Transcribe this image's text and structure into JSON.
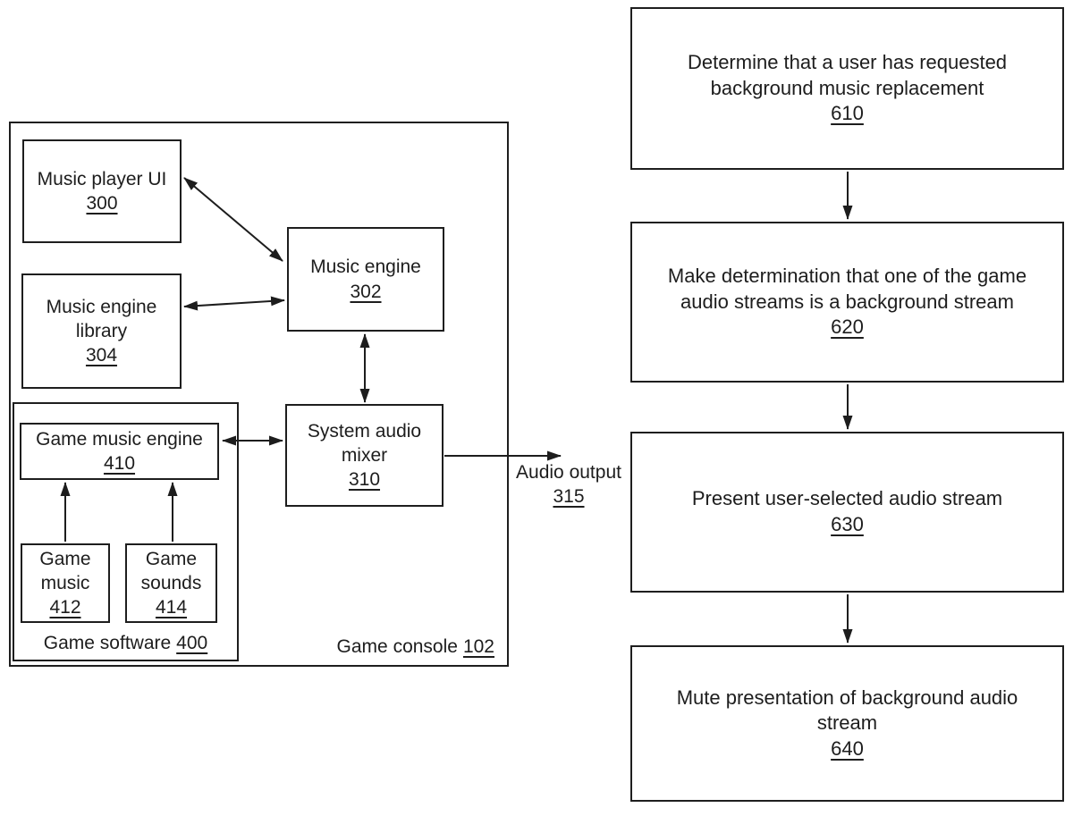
{
  "console": {
    "label": "Game console",
    "ref": "102",
    "music_player_ui": {
      "lines": [
        "Music player UI"
      ],
      "ref": "300"
    },
    "music_engine_library": {
      "lines": [
        "Music engine",
        "library"
      ],
      "ref": "304"
    },
    "music_engine": {
      "lines": [
        "Music engine"
      ],
      "ref": "302"
    },
    "system_audio_mixer": {
      "lines": [
        "System audio",
        "mixer"
      ],
      "ref": "310"
    },
    "game_software": {
      "label": "Game software",
      "ref": "400"
    },
    "game_music_engine": {
      "lines": [
        "Game music engine"
      ],
      "ref": "410"
    },
    "game_music": {
      "lines": [
        "Game",
        "music"
      ],
      "ref": "412"
    },
    "game_sounds": {
      "lines": [
        "Game",
        "sounds"
      ],
      "ref": "414"
    },
    "audio_output": {
      "label": "Audio output",
      "ref": "315"
    }
  },
  "flowchart": {
    "steps": [
      {
        "lines": [
          "Determine that a user has requested",
          "background music replacement"
        ],
        "ref": "610"
      },
      {
        "lines": [
          "Make determination that one of the game",
          "audio streams is a background stream"
        ],
        "ref": "620"
      },
      {
        "lines": [
          "Present user-selected audio stream"
        ],
        "ref": "630"
      },
      {
        "lines": [
          "Mute presentation of background audio",
          "stream"
        ],
        "ref": "640"
      }
    ]
  }
}
